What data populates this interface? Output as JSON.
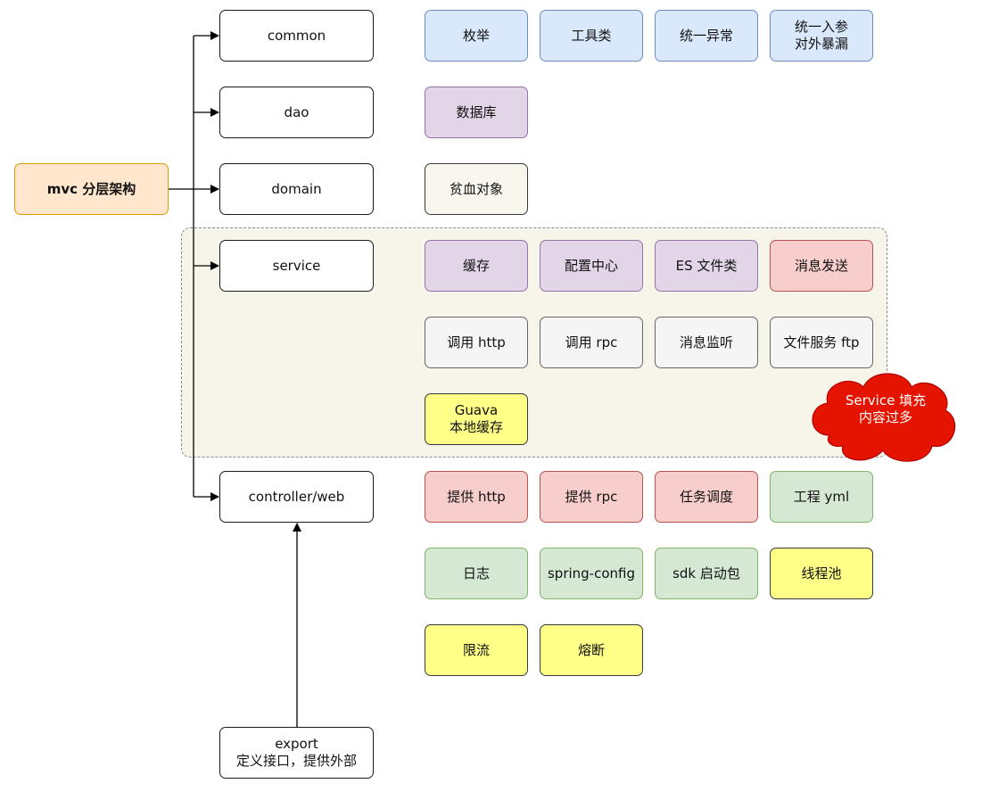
{
  "diagram": {
    "root": {
      "label": "mvc 分层架构"
    },
    "layers": {
      "common": "common",
      "dao": "dao",
      "domain": "domain",
      "service": "service",
      "controller": "controller/web",
      "export": "export\n定义接口，提供外部"
    },
    "common_items": [
      "枚举",
      "工具类",
      "统一异常",
      "统一入参\n对外暴漏"
    ],
    "dao_items": [
      "数据库"
    ],
    "domain_items": [
      "贫血对象"
    ],
    "service_items": [
      "缓存",
      "配置中心",
      "ES 文件类",
      "消息发送",
      "调用 http",
      "调用 rpc",
      "消息监听",
      "文件服务 ftp",
      "Guava\n本地缓存"
    ],
    "controller_items": [
      "提供 http",
      "提供 rpc",
      "任务调度",
      "工程 yml",
      "日志",
      "spring-config",
      "sdk 启动包",
      "线程池",
      "限流",
      "熔断"
    ],
    "callout": {
      "label": "Service 填充\n内容过多",
      "color": "#e51400"
    },
    "colors": {
      "root_fill": "#ffe6cc",
      "blue": "#dae8fc",
      "purple": "#e1d5e7",
      "red": "#f8cecc",
      "gray": "#f5f5f5",
      "yellow": "#ffff88",
      "green": "#d5e8d4",
      "region_fill": "#f7f4ea"
    }
  }
}
